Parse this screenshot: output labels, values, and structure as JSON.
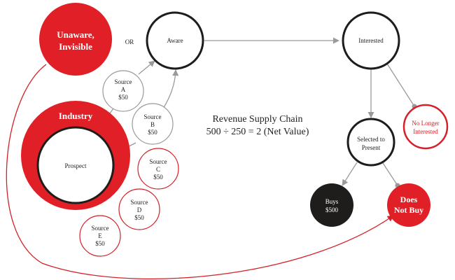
{
  "colors": {
    "red": "#e01f26",
    "dark_red": "#c8171e",
    "black": "#1f1c1c",
    "grey": "#9a9a9a",
    "source_grey_outline": "#999999",
    "white": "#ffffff"
  },
  "nodes": {
    "unaware": {
      "line1": "Unaware,",
      "line2": "Invisible"
    },
    "or_label": "OR",
    "aware": "Aware",
    "interested": "Interested",
    "industry": "Industry",
    "prospect": "Prospect",
    "source_a": {
      "name": "Source",
      "letter": "A",
      "cost": "$50"
    },
    "source_b": {
      "name": "Source",
      "letter": "B",
      "cost": "$50"
    },
    "source_c": {
      "name": "Source",
      "letter": "C",
      "cost": "$50"
    },
    "source_d": {
      "name": "Source",
      "letter": "D",
      "cost": "$50"
    },
    "source_e": {
      "name": "Source",
      "letter": "E",
      "cost": "$50"
    },
    "selected": {
      "line1": "Selected to",
      "line2": "Present"
    },
    "no_longer": {
      "line1": "No Longer",
      "line2": "Interested"
    },
    "buys": {
      "line1": "Buys",
      "line2": "$500"
    },
    "does_not_buy": {
      "line1": "Does",
      "line2": "Not Buy"
    }
  },
  "center_text": {
    "title": "Revenue Supply Chain",
    "formula": "500 ÷ 250 = 2 (Net Value)"
  }
}
